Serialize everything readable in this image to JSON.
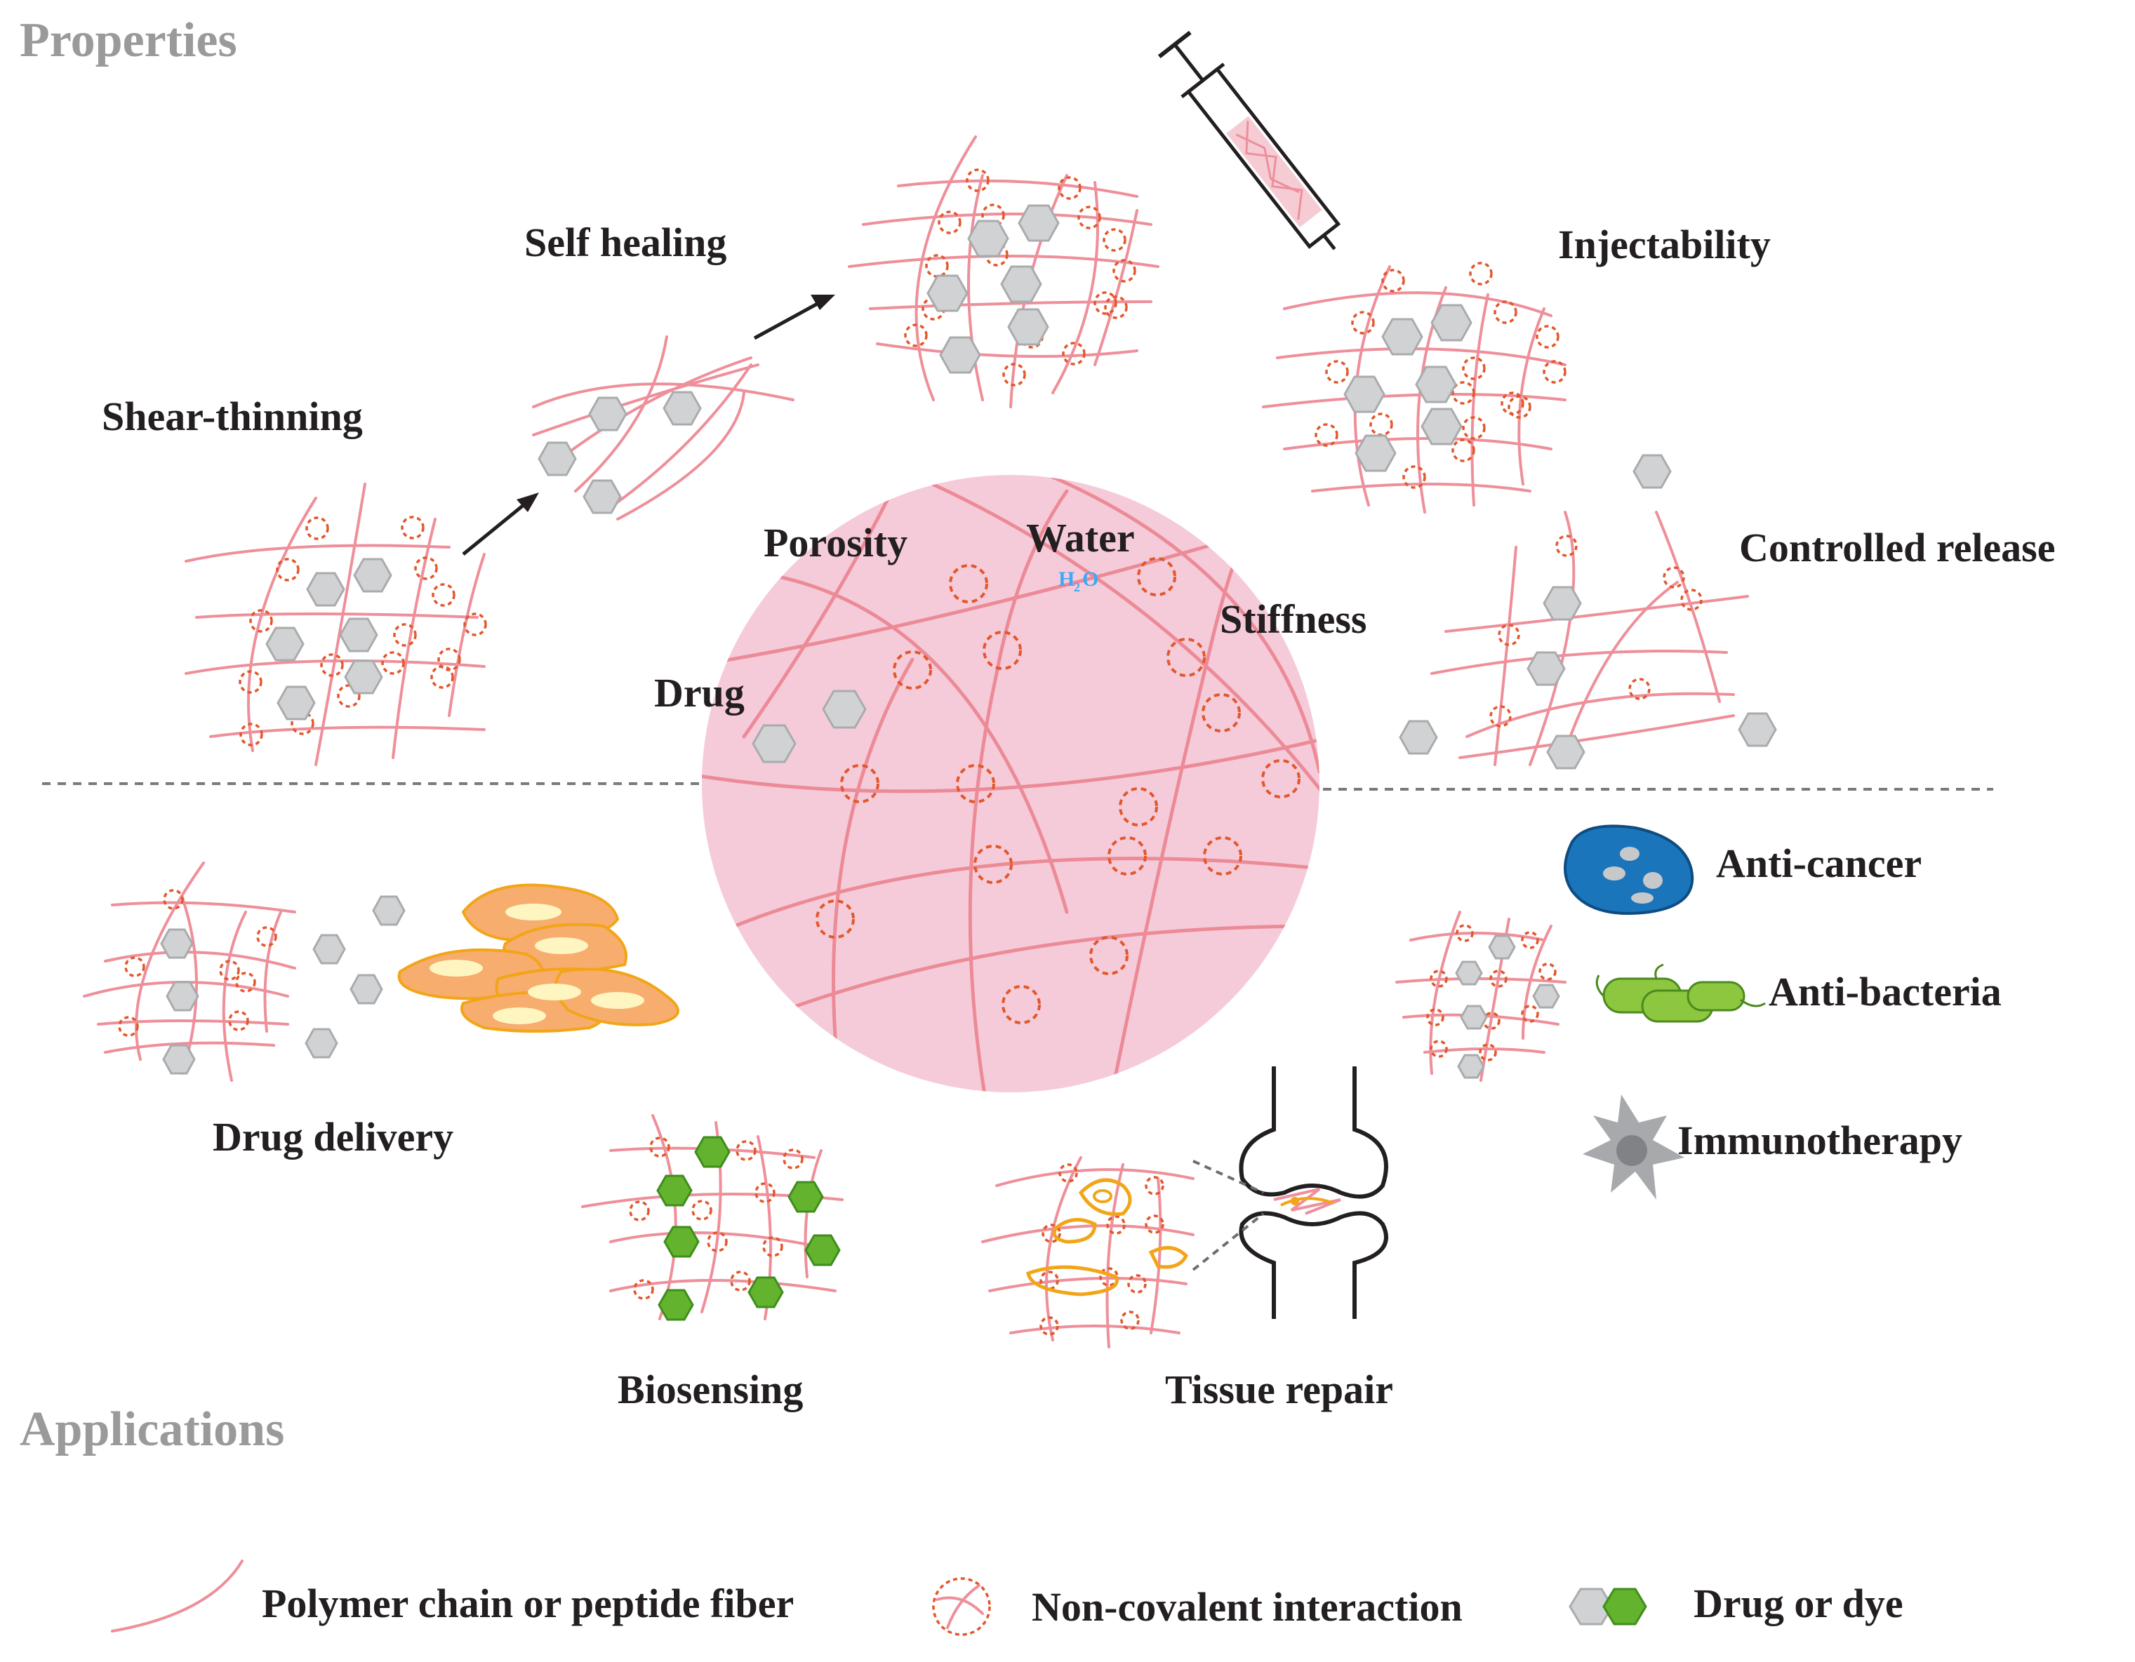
{
  "sections": {
    "properties": "Properties",
    "applications": "Applications"
  },
  "properties": {
    "shear_thinning": "Shear-thinning",
    "self_healing": "Self healing",
    "injectability": "Injectability",
    "controlled_release": "Controlled release"
  },
  "center": {
    "porosity": "Porosity",
    "water": "Water",
    "water_formula_main": "H",
    "water_formula_sub": "2",
    "water_formula_tail": "O",
    "stiffness": "Stiffness",
    "drug": "Drug"
  },
  "applications": {
    "drug_delivery": "Drug delivery",
    "biosensing": "Biosensing",
    "tissue_repair": "Tissue repair",
    "anti_cancer": "Anti-cancer",
    "anti_bacteria": "Anti-bacteria",
    "immunotherapy": "Immunotherapy"
  },
  "legend": {
    "polymer": "Polymer chain or peptide fiber",
    "noncovalent": "Non-covalent interaction",
    "drug_or_dye": "Drug or dye"
  },
  "colors": {
    "chain": "#ee8f9a",
    "sphere": "#f5cbda",
    "crosslink": "#e2572b",
    "drug_grey": "#d1d2d3",
    "dye_green": "#63b32e",
    "cell_orange": "#f6ad6e",
    "cancer_blue": "#1b75bb",
    "immune_grey": "#a7a9ac",
    "section_grey": "#9a9a9a"
  }
}
